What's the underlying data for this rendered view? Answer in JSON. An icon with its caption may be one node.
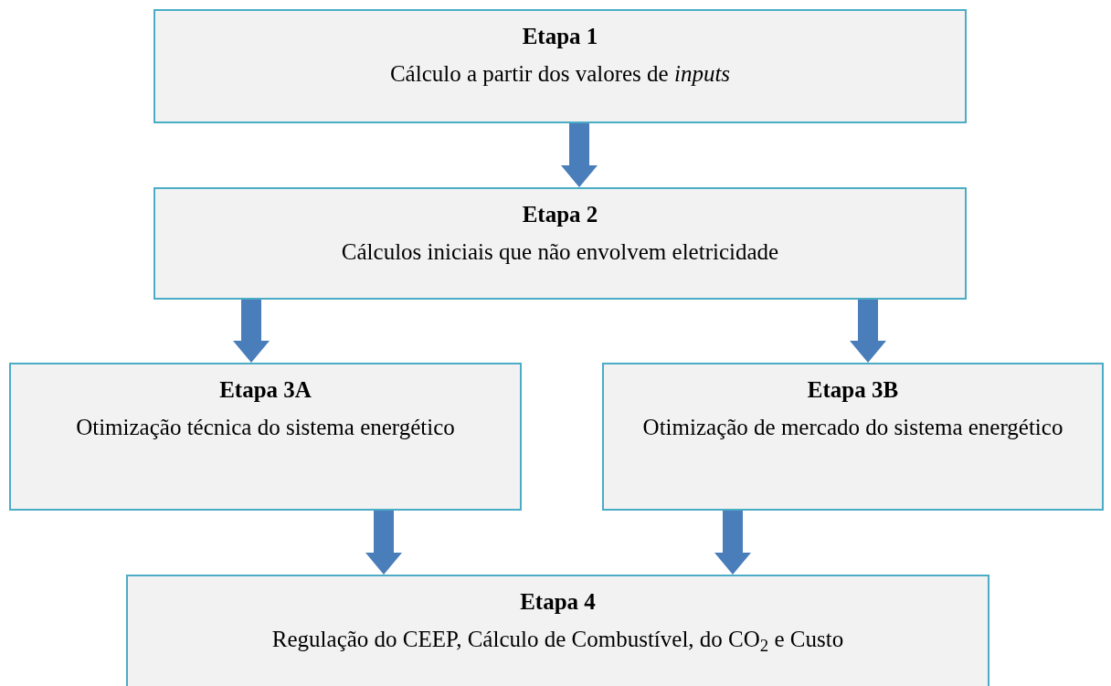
{
  "diagram": {
    "nodes": [
      {
        "text": [
          "Etapa 1",
          "Cálculo a partir dos valores de *inputs*"
        ]
      },
      {
        "text": [
          "Etapa 2",
          "Cálculos iniciais que não envolvem eletricidade"
        ]
      },
      {
        "text": [
          "Etapa 3A",
          "Otimização técnica do sistema energético"
        ]
      },
      {
        "text": [
          "Etapa 3B",
          "Otimização de mercado do sistema energético"
        ]
      },
      {
        "text": [
          "Etapa 4",
          "Regulação do CEEP, Cálculo de Combustível, do CO$_{2}$ e Custo"
        ]
      }
    ],
    "edges": [
      {
        "from": 0,
        "to": 1,
        "arrow": "to",
        "style": "thick"
      },
      {
        "from": 1,
        "to": 2,
        "arrow": "to",
        "style": "thick"
      },
      {
        "from": 1,
        "to": 3,
        "arrow": "to",
        "style": "thick"
      },
      {
        "from": 2,
        "to": 4,
        "arrow": "to",
        "style": "thick"
      },
      {
        "from": 3,
        "to": 4,
        "arrow": "to",
        "style": "thick"
      }
    ]
  }
}
